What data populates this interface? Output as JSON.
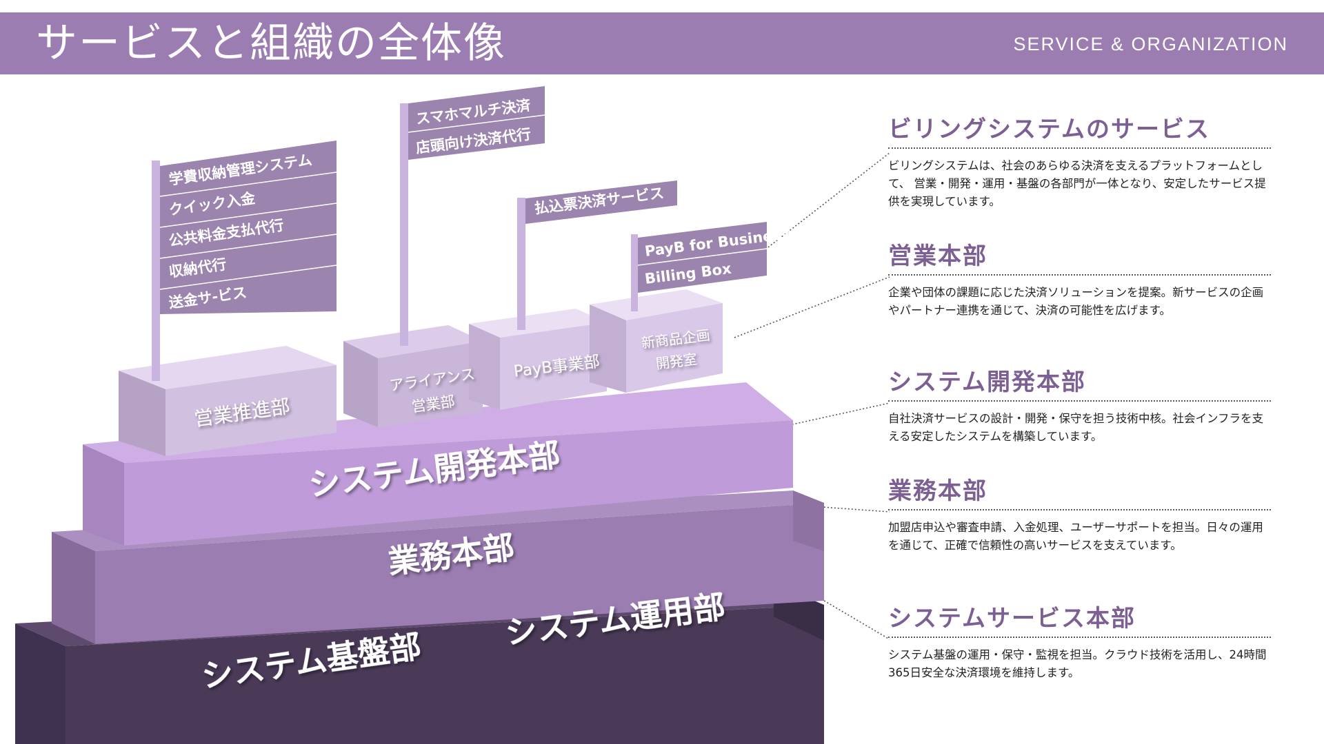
{
  "header": {
    "title": "サービスと組織の全体像",
    "subtitle": "SERVICE & ORGANIZATION"
  },
  "colors": {
    "header_bg": "#9b7db1",
    "tier_base": "#4a3a58",
    "tier_gyomu": "#9b7db1",
    "tier_system": "#bf9cd9",
    "boxes": "#d9c6e9",
    "flags": "#9b84ad",
    "heading": "#7c5f93"
  },
  "pyramid": {
    "tier_base_left": "システム基盤部",
    "tier_base_right": "システム運用部",
    "tier_gyomu": "業務本部",
    "tier_system": "システム開発本部",
    "block_eigyo_suishin": "営業推進部",
    "block_alliance_line1": "アライアンス",
    "block_alliance_line2": "営業部",
    "block_payb": "PayB事業部",
    "block_new_line1": "新商品企画",
    "block_new_line2": "開発室"
  },
  "flags": {
    "flag1": [
      "学費収納管理システム",
      "クイック入金",
      "公共料金支払代行",
      "収納代行",
      "送金サ-ビス"
    ],
    "flag2": [
      "スマホマルチ決済",
      "店頭向け決済代行"
    ],
    "flag3": [
      "払込票決済サービス"
    ],
    "flag4": [
      "PayB for Business",
      "Billing Box"
    ]
  },
  "descriptions": [
    {
      "title": "ビリングシステムのサービス",
      "text": "ビリングシステムは、社会のあらゆる決済を支えるプラットフォームとして、 営業・開発・運用・基盤の各部門が一体となり、安定したサービス提供を実現しています。"
    },
    {
      "title": "営業本部",
      "text": "企業や団体の課題に応じた決済ソリューションを提案。新サービスの企画やパートナー連携を通じて、決済の可能性を広げます。"
    },
    {
      "title": "システム開発本部",
      "text": "自社決済サービスの設計・開発・保守を担う技術中核。社会インフラを支える安定したシステムを構築しています。"
    },
    {
      "title": "業務本部",
      "text": "加盟店申込や審査申請、入金処理、ユーザーサポートを担当。日々の運用を通じて、正確で信頼性の高いサービスを支えています。"
    },
    {
      "title": "システムサービス本部",
      "text": "システム基盤の運用・保守・監視を担当。クラウド技術を活用し、24時間365日安全な決済環境を維持します。"
    }
  ]
}
